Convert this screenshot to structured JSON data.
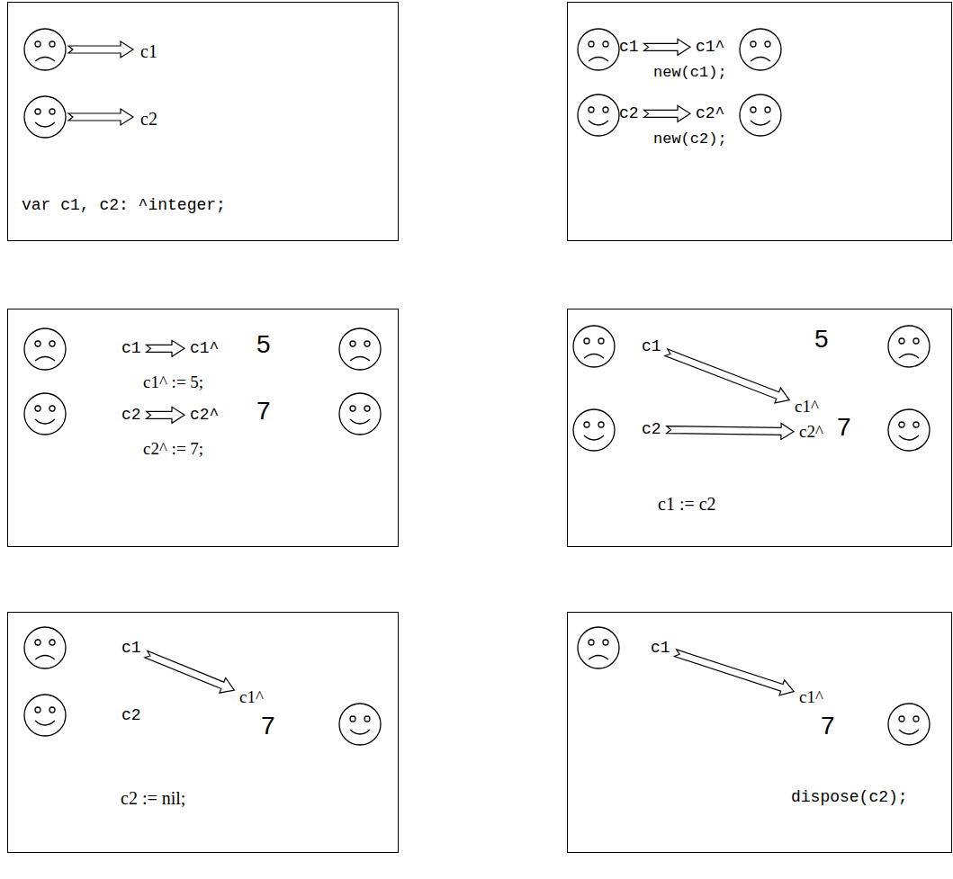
{
  "diagram": {
    "nodes": [
      {
        "text": [
          "var c1, c2: ^integer;"
        ]
      },
      {
        "text": [
          "c1"
        ],
        "in": 0
      },
      {
        "text": [
          "c2"
        ],
        "in": 0
      },
      {
        "text": [
          "new(c1);",
          "new(c2);"
        ]
      },
      {
        "text": [
          "c1"
        ],
        "in": 3
      },
      {
        "text": [
          "c1^"
        ],
        "in": 3
      },
      {
        "text": [
          "c2"
        ],
        "in": 3
      },
      {
        "text": [
          "c2^"
        ],
        "in": 3
      },
      {
        "text": [
          "c1^ := 5;",
          "c2^ := 7;"
        ]
      },
      {
        "text": [
          "c1"
        ],
        "in": 8
      },
      {
        "text": [
          "c1^"
        ],
        "in": 8
      },
      {
        "text": [
          "c2"
        ],
        "in": 8
      },
      {
        "text": [
          "c2^"
        ],
        "in": 8
      },
      {
        "text": [
          "c1 := c2"
        ]
      },
      {
        "text": [
          "c1"
        ],
        "in": 13
      },
      {
        "text": [
          "c1^"
        ],
        "in": 13
      },
      {
        "text": [
          "c2"
        ],
        "in": 13
      },
      {
        "text": [
          "c2^"
        ],
        "in": 13
      },
      {
        "text": [
          "c2 := nil;"
        ]
      },
      {
        "text": [
          "c1"
        ],
        "in": 18
      },
      {
        "text": [
          "c1^"
        ],
        "in": 18
      },
      {
        "text": [
          "c2"
        ],
        "in": 18
      },
      {
        "text": [
          "dispose(c2);"
        ]
      },
      {
        "text": [
          "c1"
        ],
        "in": 22
      },
      {
        "text": [
          "c1^"
        ],
        "in": 22
      }
    ],
    "edges": [
      {
        "from": 4,
        "to": 5,
        "arrow": "to"
      },
      {
        "from": 6,
        "to": 7,
        "arrow": "to"
      },
      {
        "from": 9,
        "to": 10,
        "arrow": "to"
      },
      {
        "from": 11,
        "to": 12,
        "arrow": "to"
      },
      {
        "from": 14,
        "to": 15,
        "arrow": "to"
      },
      {
        "from": 16,
        "to": 17,
        "arrow": "to"
      },
      {
        "from": 19,
        "to": 20,
        "arrow": "to"
      },
      {
        "from": 23,
        "to": 24,
        "arrow": "to"
      }
    ],
    "labels": [
      "5",
      "7",
      "5",
      "7",
      "7",
      "7"
    ]
  }
}
